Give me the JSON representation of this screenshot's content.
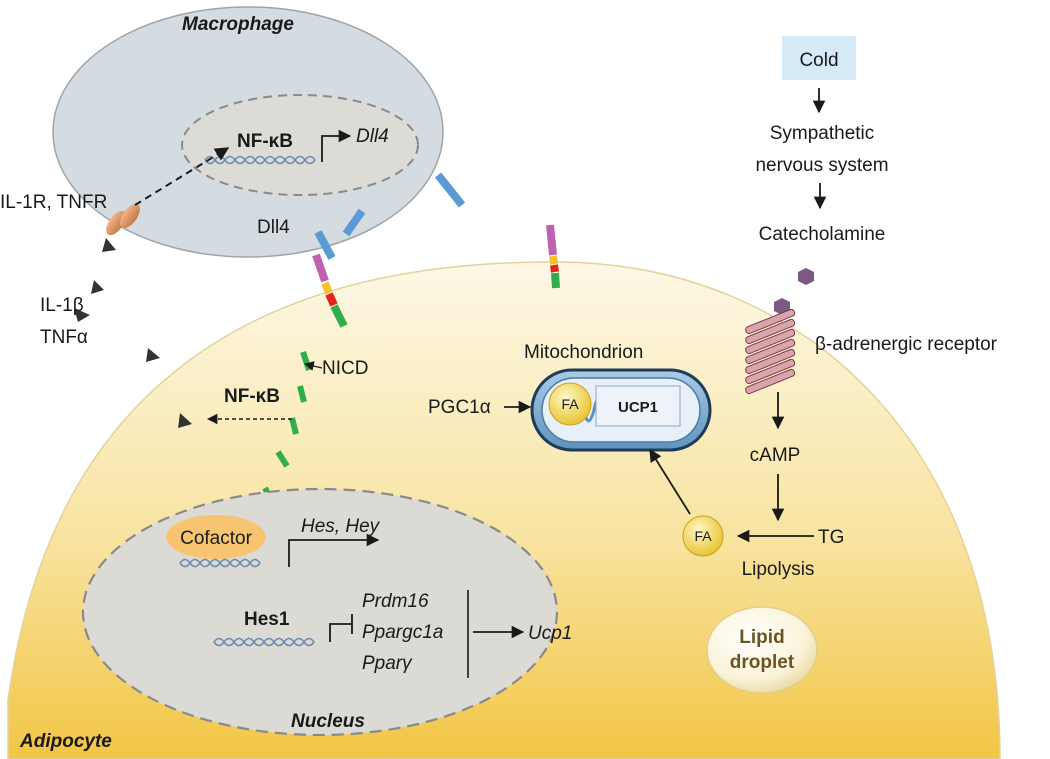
{
  "macrophage": {
    "title": "Macrophage",
    "nfkb": "NF-κB",
    "dll4_gene": "Dll4",
    "receptor": "IL-1R, TNFR",
    "ligand": "Dll4"
  },
  "cytokines": {
    "il1b": "IL-1β",
    "tnfa": "TNFα"
  },
  "cold_pathway": {
    "cold": "Cold",
    "sns_line1": "Sympathetic",
    "sns_line2": "nervous system",
    "catecholamine": "Catecholamine",
    "receptor": "β-adrenergic receptor",
    "camp": "cAMP",
    "tg": "TG",
    "lipolysis": "Lipolysis",
    "fa": "FA"
  },
  "adipocyte": {
    "title": "Adipocyte",
    "nicd": "NICD",
    "nfkb": "NF-κB",
    "mitochondrion": "Mitochondrion",
    "pgc1a": "PGC1α",
    "mito_fa": "FA",
    "ucp1_protein": "UCP1",
    "lipid_line1": "Lipid",
    "lipid_line2": "droplet"
  },
  "nucleus": {
    "title": "Nucleus",
    "cofactor": "Cofactor",
    "hes_hey": "Hes, Hey",
    "hes1": "Hes1",
    "genes": [
      "Prdm16",
      "Ppargc1a",
      "Pparγ"
    ],
    "ucp1_gene": "Ucp1"
  },
  "colors": {
    "cell_gradient_top": "#fdf7e1",
    "cell_gradient_bottom": "#f3c94a",
    "macrophage_fill": "#d3dbe1",
    "nucleus_fill": "#dad9d4",
    "notch_magenta": "#c060b0",
    "notch_yellow": "#f5c22e",
    "notch_red": "#e2231a",
    "notch_green": "#2fae4b",
    "dll4_blue": "#5b9bd5",
    "cold_box": "#d6e9f7",
    "lipid_text": "#6b5420"
  }
}
